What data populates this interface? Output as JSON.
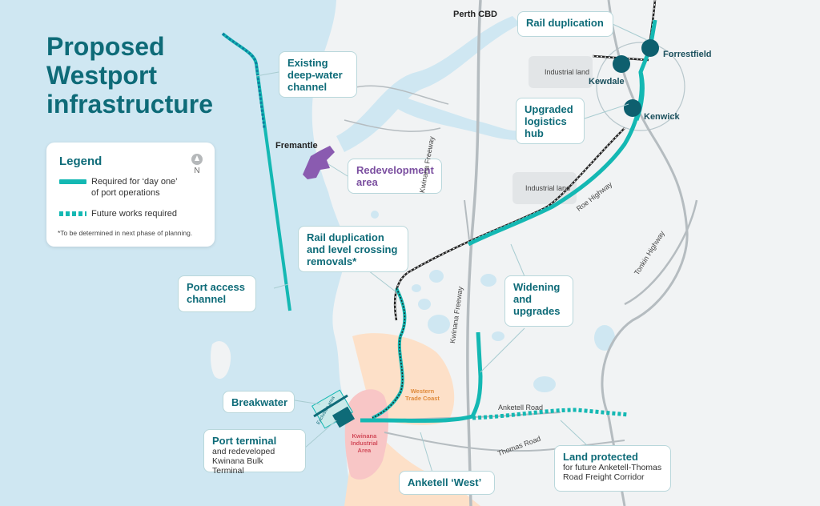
{
  "title": {
    "line1": "Proposed",
    "line2": "Westport",
    "line3": "infrastructure"
  },
  "colors": {
    "teal": "#14b8b3",
    "title": "#0e6b78",
    "water": "#cfe7f2",
    "land": "#f1f3f4",
    "purple": "#8a5bb0"
  },
  "legend": {
    "title": "Legend",
    "north": "N",
    "solid_line1": "Required for ‘day one’",
    "solid_line2": "of port operations",
    "dashed": "Future works required",
    "footnote": "*To be determined in next phase of planning."
  },
  "callouts": {
    "rail_duplication": "Rail duplication",
    "existing_channel": {
      "line1": "Existing",
      "line2": "deep-water",
      "line3": "channel"
    },
    "upgraded_hub": {
      "line1": "Upgraded",
      "line2": "logistics",
      "line3": "hub"
    },
    "redevelopment": {
      "line1": "Redevelopment",
      "line2": "area"
    },
    "rail_crossing": {
      "line1": "Rail duplication",
      "line2": "and level crossing",
      "line3": "removals*"
    },
    "widening": {
      "line1": "Widening",
      "line2": "and",
      "line3": "upgrades"
    },
    "port_access": {
      "line1": "Port access",
      "line2": "channel"
    },
    "breakwater": "Breakwater",
    "port_terminal": {
      "line1": "Port terminal",
      "sub1": "and redeveloped",
      "sub2": "Kwinana Bulk Terminal"
    },
    "anketell_west": "Anketell ‘West’",
    "land_protected": {
      "line1": "Land protected",
      "sub1": "for future Anketell-Thomas",
      "sub2": "Road Freight Corridor"
    }
  },
  "places": {
    "perth_cbd": "Perth CBD",
    "forrestfield": "Forrestfield",
    "kewdale": "Kewdale",
    "kenwick": "Kenwick",
    "fremantle": "Fremantle"
  },
  "roads": {
    "kwinana_fwy": "Kwinana Freeway",
    "roe_hwy": "Roe Highway",
    "tonkin_hwy": "Tonkin Highway",
    "anketell_rd": "Anketell Road",
    "thomas_rd": "Thomas Road",
    "industrial_land": "Industrial land"
  },
  "zones": {
    "western_trade_coast": {
      "line1": "Western",
      "line2": "Trade Coast"
    },
    "kwinana_industrial": {
      "line1": "Kwinana",
      "line2": "Industrial",
      "line3": "Area"
    },
    "exclusion_area": "Exclusion area"
  }
}
